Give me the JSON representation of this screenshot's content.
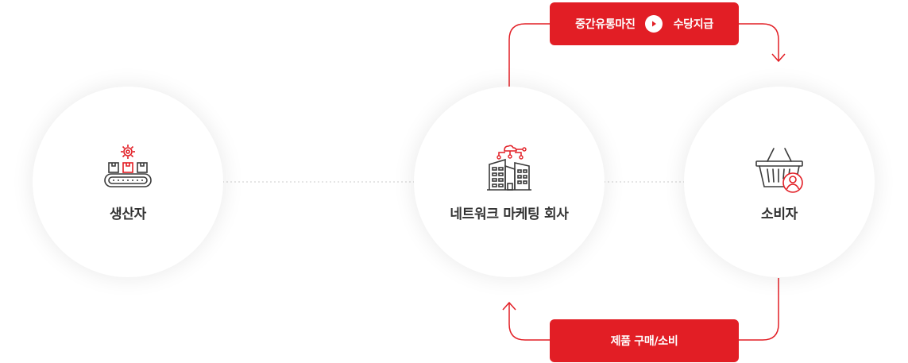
{
  "nodes": {
    "producer": {
      "label": "생산자",
      "icon": "conveyor-gear-icon"
    },
    "company": {
      "label": "네트워크 마케팅 회사",
      "icon": "network-building-icon"
    },
    "consumer": {
      "label": "소비자",
      "icon": "basket-user-icon"
    }
  },
  "pills": {
    "top": {
      "left_text": "중간유통마진",
      "right_text": "수당지급",
      "icon": "play-icon"
    },
    "bottom": {
      "text": "제품 구매/소비"
    }
  },
  "colors": {
    "accent": "#e21e25",
    "label": "#333333",
    "icon_dark": "#3a3a3a",
    "dotted_line": "#cccccc"
  }
}
